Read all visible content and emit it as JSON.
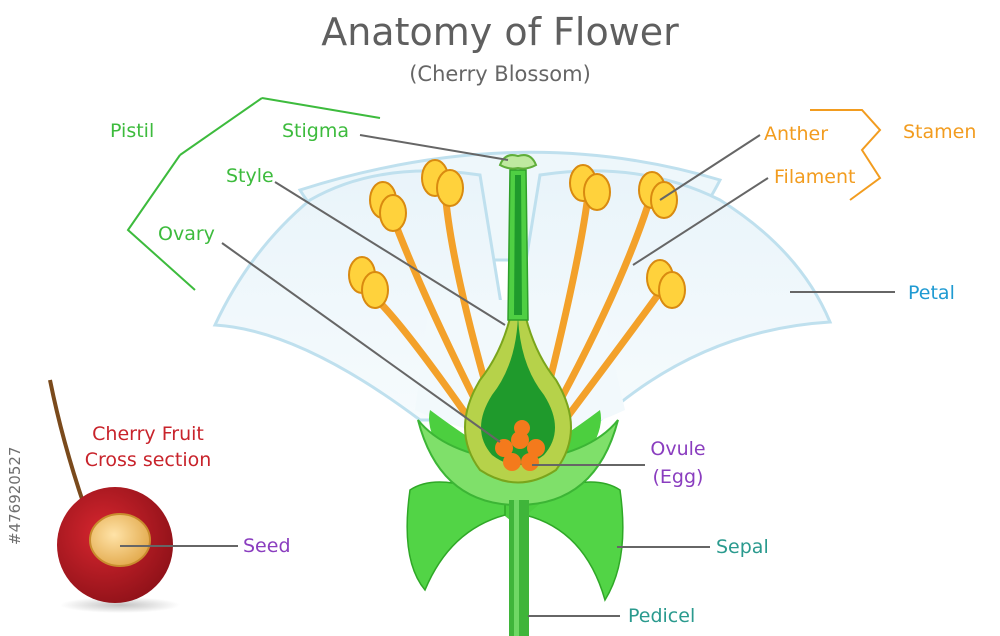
{
  "title": "Anatomy of Flower",
  "subtitle": "(Cherry Blossom)",
  "watermark_id": "#476920527",
  "colors": {
    "green": "#3dbb3d",
    "orange": "#f29c1f",
    "blue": "#1f9ad2",
    "purple": "#8a3dbf",
    "teal": "#2a9a8e",
    "red": "#c8232b",
    "line": "#666666"
  },
  "labels": {
    "pistil": "Pistil",
    "stigma": "Stigma",
    "style": "Style",
    "ovary": "Ovary",
    "anther": "Anther",
    "filament": "Filament",
    "stamen": "Stamen",
    "petal": "Petal",
    "ovule": "Ovule",
    "egg": "(Egg)",
    "sepal": "Sepal",
    "pedicel": "Pedicel",
    "cherry_fruit": "Cherry Fruit",
    "cross_section": "Cross section",
    "seed": "Seed"
  }
}
